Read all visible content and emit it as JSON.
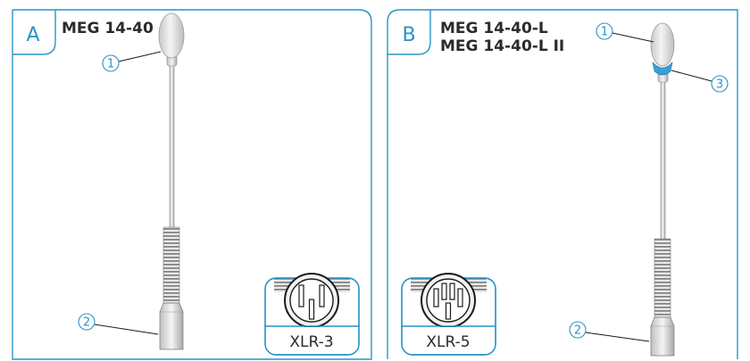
{
  "colors": {
    "accent": "#2a93c6",
    "line": "#1a1a1a",
    "metal": "#d9d9d9",
    "capsule": "#e6e6e6",
    "ring": "#3aa0d6"
  },
  "panel_a": {
    "letter": "A",
    "model": "MEG 14-40",
    "callouts": {
      "capsule": "1",
      "connector": "2"
    },
    "connector_inset": {
      "label": "XLR-3"
    }
  },
  "panel_b": {
    "letter": "B",
    "model_line_1": "MEG 14-40-L",
    "model_line_2": "MEG 14-40-L II",
    "callouts": {
      "capsule": "1",
      "connector": "2",
      "ring": "3"
    },
    "connector_inset": {
      "label": "XLR-5"
    }
  }
}
